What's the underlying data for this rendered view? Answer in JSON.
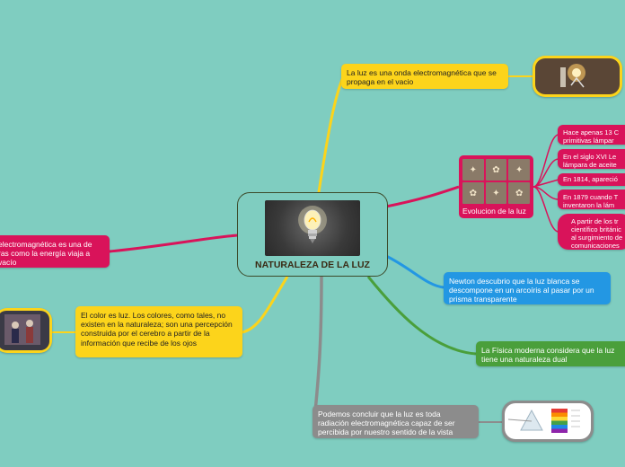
{
  "central": {
    "title": "NATURALEZA DE LA LUZ",
    "image_icon": "light-bulb-icon"
  },
  "nodes": {
    "onda": "La luz es una onda electromagnética que se propaga en el vacio",
    "evolucion": "Evolucion de la luz",
    "sub1": "Hace apenas 13 C primitivas lámpar",
    "sub2": "En el siglo XVI Le lámpara de aceite",
    "sub3": "En 1814, apareció",
    "sub4": "En 1879 cuando T inventaron la lám",
    "sub5": "A partir de los tr científico británic al surgimiento de comunicaciones",
    "left_pink": "electromagnética es una de ras como la energía viaja a vacío",
    "color": "El color es luz. Los colores, como tales, no existen en la naturaleza; son una percepción construida por el cerebro a partir de la información que recibe de los ojos",
    "newton": "Newton descubrio que la luz blanca se descompone en un arcoíris al pasar por un prisma transparente",
    "fisica": "La Física moderna considera que la luz tiene una naturaleza dual",
    "conclusion": "Podemos concluir que la luz es toda radiación electromagnética capaz de ser percibida por nuestro sentido de la vista"
  },
  "colors": {
    "background": "#7fcdc0",
    "yellow": "#fcd41b",
    "pink": "#d9135a",
    "blue": "#2397e3",
    "green": "#4a9f3b",
    "grey": "#8c8c8c"
  },
  "images": {
    "lamp_photo": "lamp-photo-icon",
    "evolution_collage": "lamp-evolution-collage-icon",
    "prism_diagram": "prism-spectrum-icon",
    "people_photo": "people-photo-icon"
  }
}
